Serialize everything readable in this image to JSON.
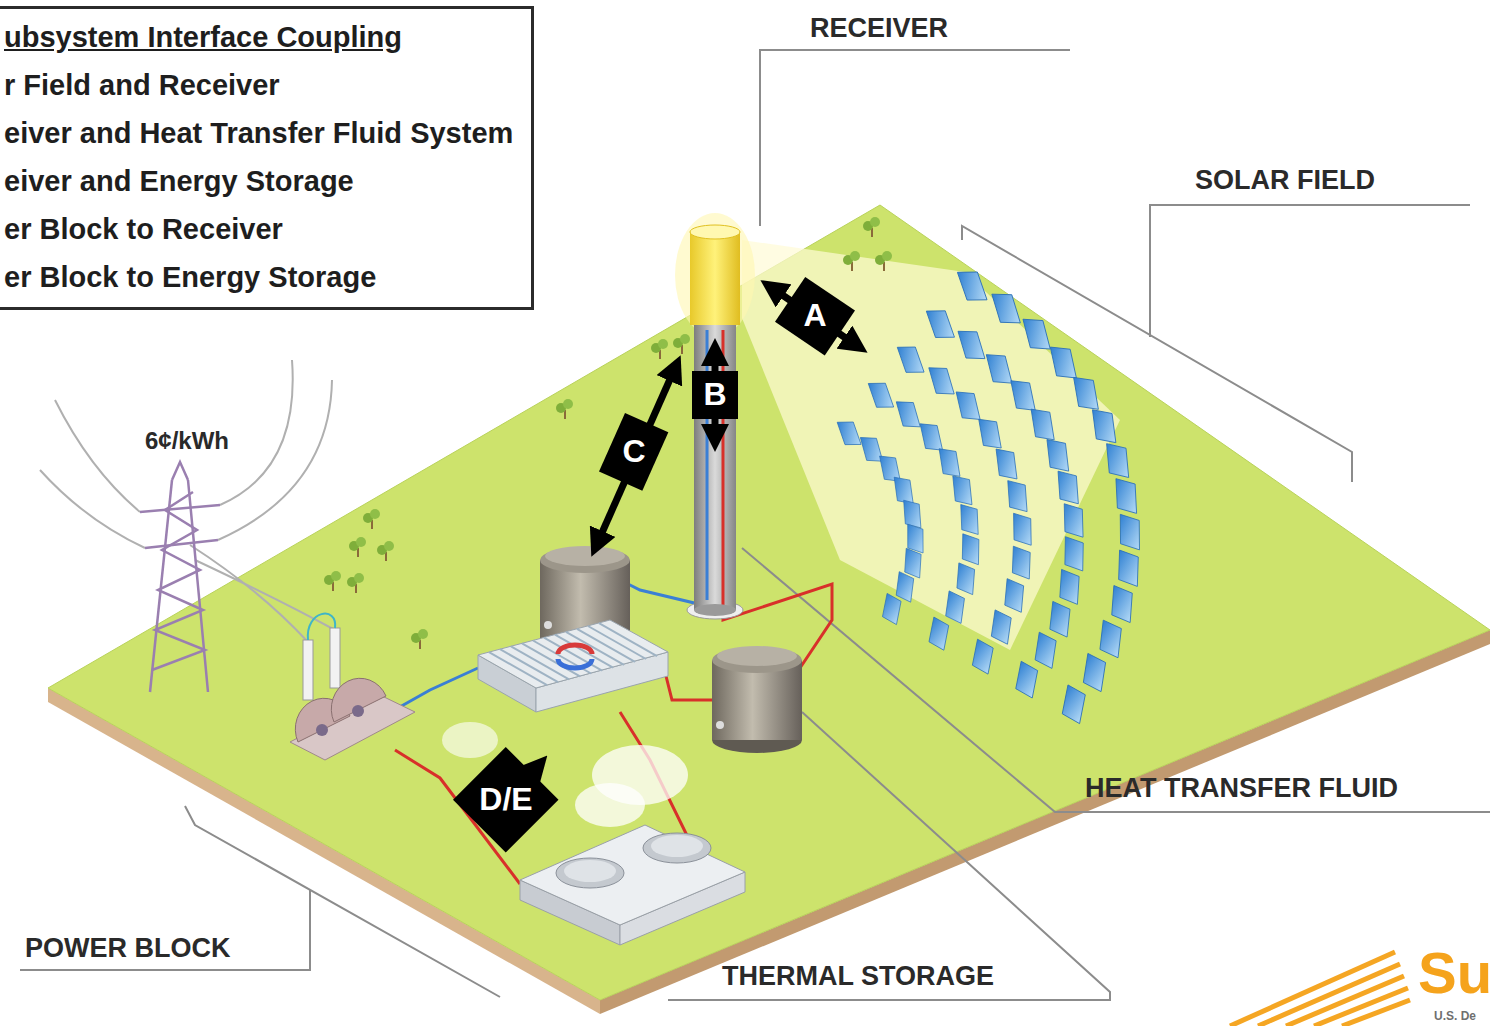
{
  "diagram": {
    "nodes": [
      {
        "text": [
          "ubsystem Interface Coupling",
          "r Field and Receiver",
          "eiver and Heat Transfer Fluid System",
          "eiver and Energy Storage",
          "er Block to Receiver",
          "er Block to Energy Storage"
        ]
      },
      {
        "text": [
          "A"
        ]
      },
      {
        "text": [
          "B"
        ]
      },
      {
        "text": [
          "C"
        ]
      },
      {
        "text": [
          "D/E"
        ]
      }
    ],
    "labels": [
      "RECEIVER",
      "SOLAR FIELD",
      "6¢/kWh",
      "HEAT TRANSFER FLUID",
      "POWER BLOCK",
      "THERMAL STORAGE",
      "Su",
      "U.S. De"
    ]
  }
}
